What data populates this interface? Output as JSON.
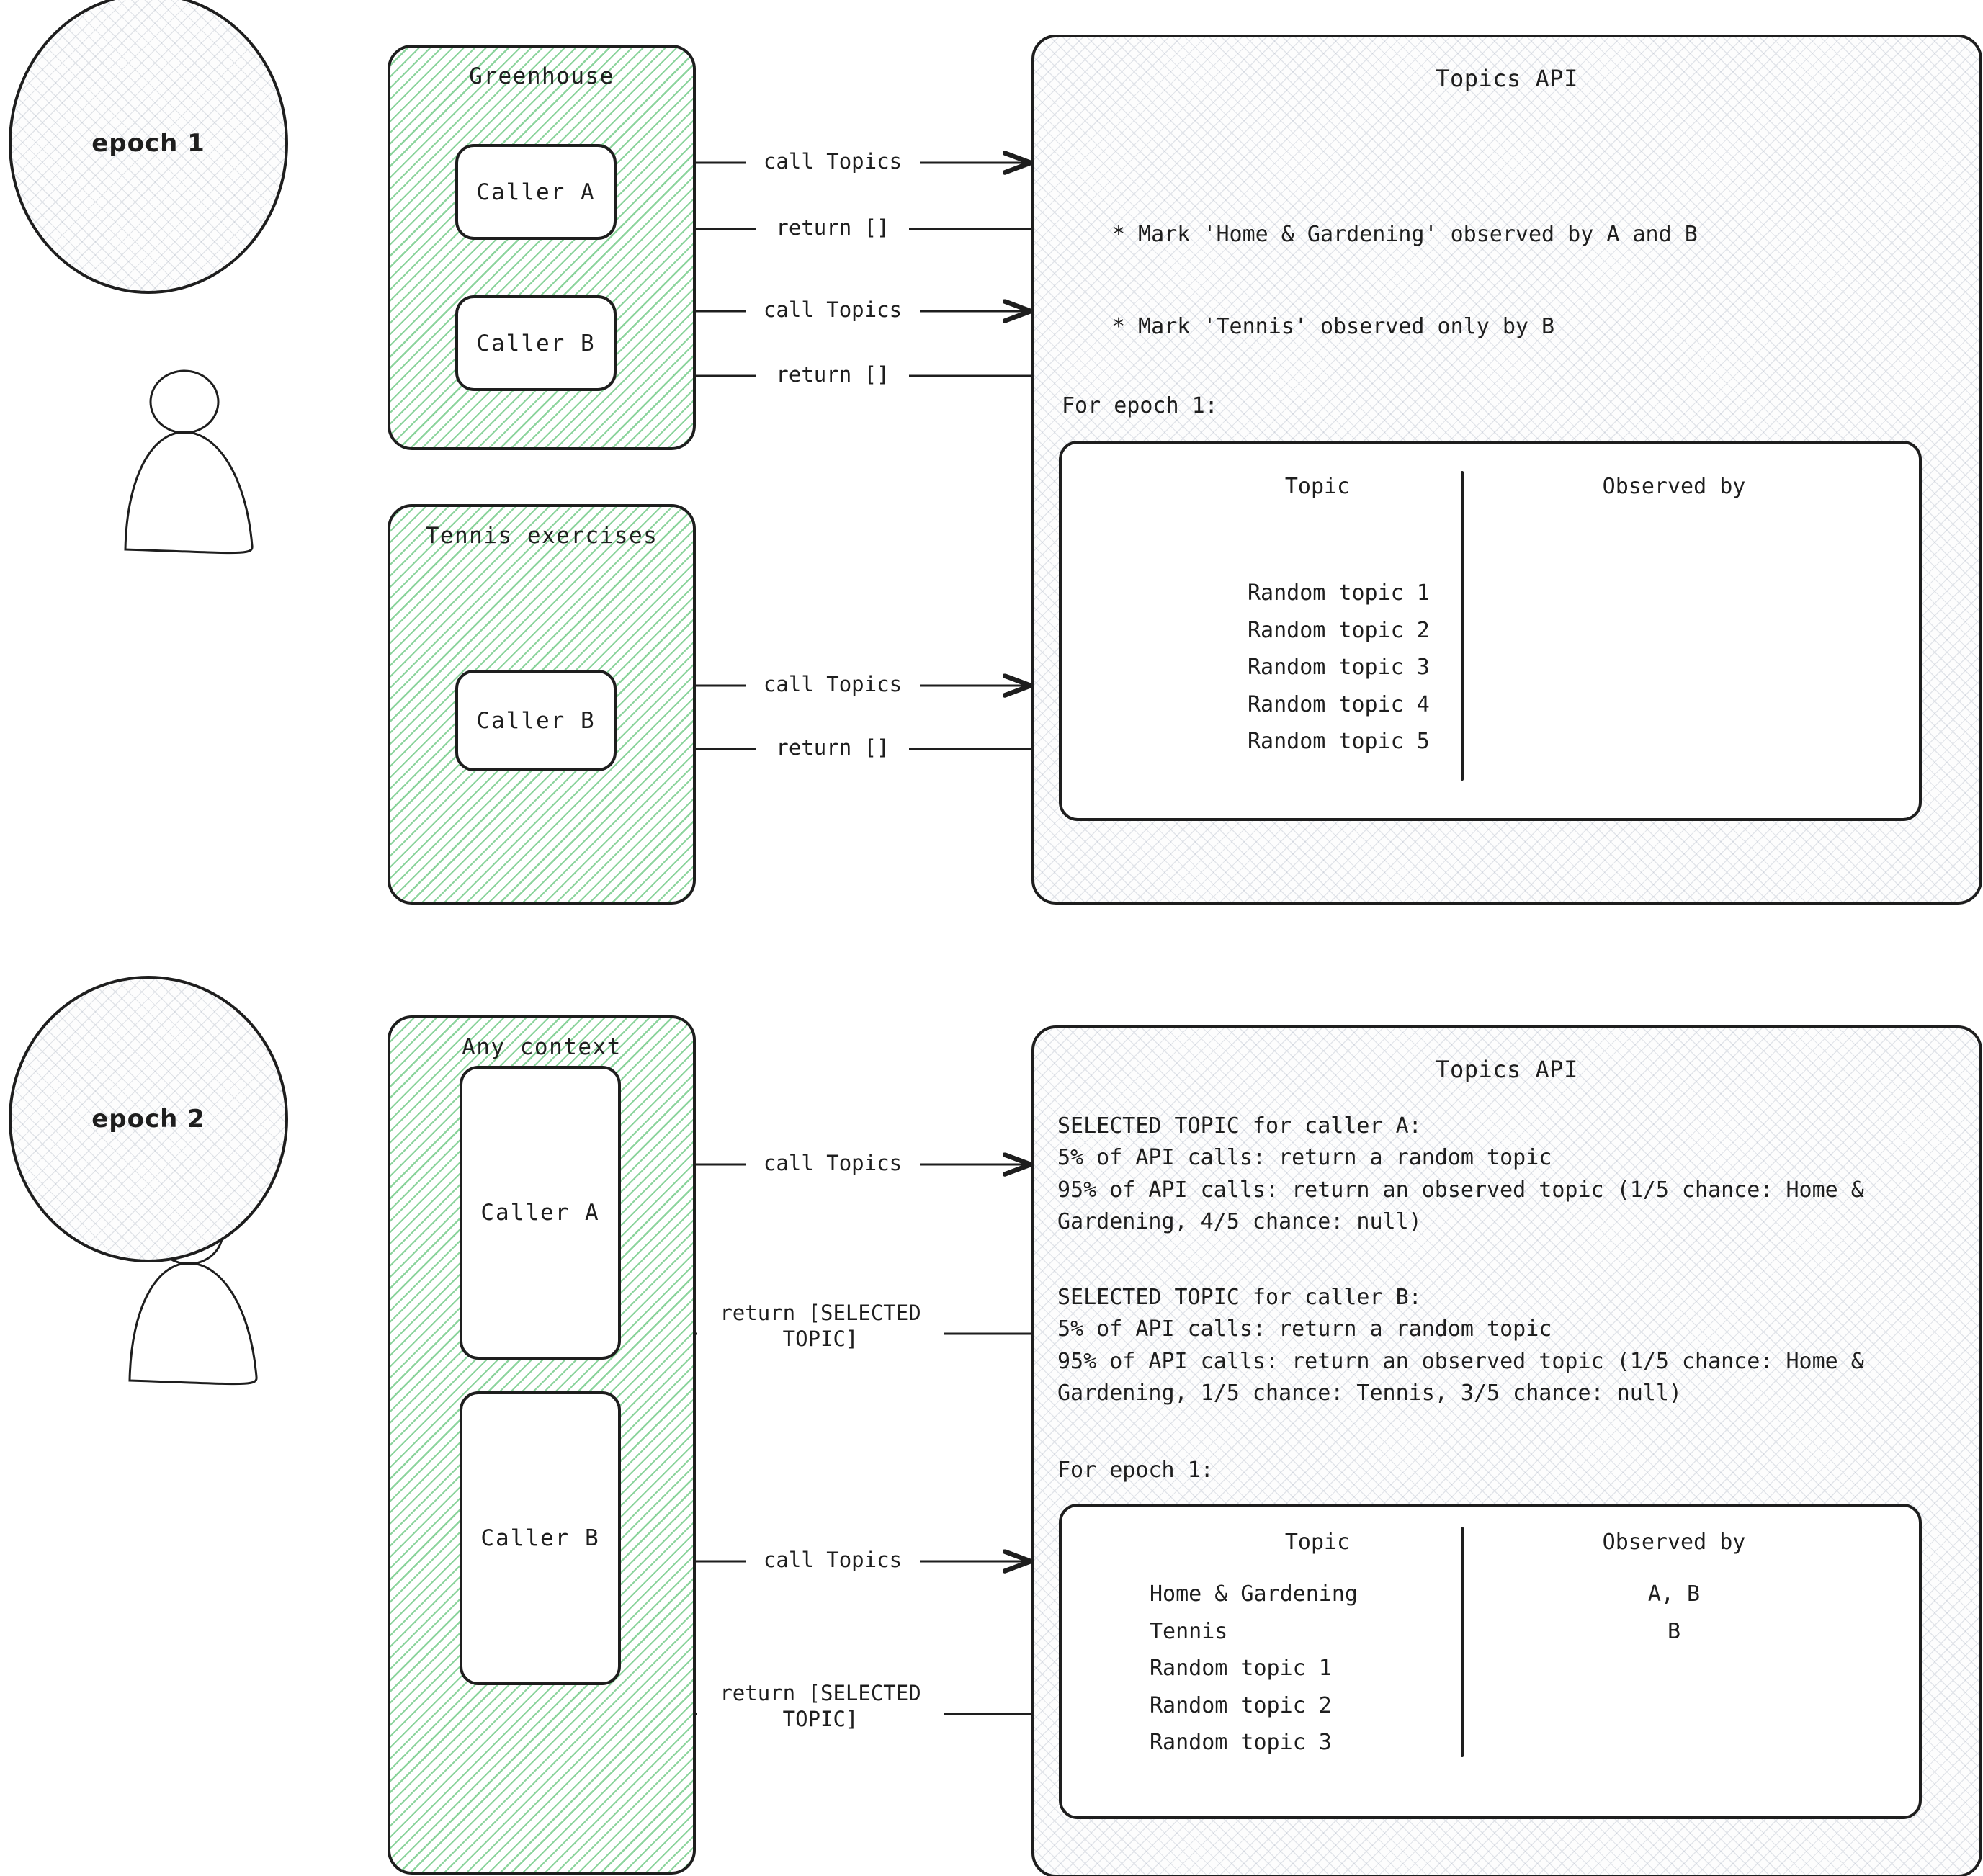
{
  "diagram": {
    "title": "Topics API across epochs",
    "accent_green": "#78cd8c",
    "stroke": "#1e1e1e"
  },
  "epoch1": {
    "bubble_label": "epoch 1",
    "person_icon": "person-icon",
    "contexts": [
      {
        "name": "greenhouse",
        "title": "Greenhouse",
        "callers": [
          {
            "label": "Caller A",
            "call_label": "call Topics",
            "return_label": "return []"
          },
          {
            "label": "Caller B",
            "call_label": "call Topics",
            "return_label": "return []"
          }
        ]
      },
      {
        "name": "tennis-exercises",
        "title": "Tennis exercises",
        "callers": [
          {
            "label": "Caller B",
            "call_label": "call Topics",
            "return_label": "return []"
          }
        ]
      }
    ],
    "api": {
      "title": "Topics API",
      "bullets": [
        "* Mark 'Home & Gardening' observed by A and B",
        "* Mark 'Tennis' observed only by B"
      ],
      "epoch_caption": "For epoch 1:",
      "table": {
        "headers": [
          "Topic",
          "Observed by"
        ],
        "rows": [
          {
            "topic": "Random topic 1",
            "observed_by": ""
          },
          {
            "topic": "Random topic 2",
            "observed_by": ""
          },
          {
            "topic": "Random topic 3",
            "observed_by": ""
          },
          {
            "topic": "Random topic 4",
            "observed_by": ""
          },
          {
            "topic": "Random topic 5",
            "observed_by": ""
          }
        ],
        "database_icon": "database-icon"
      }
    }
  },
  "epoch2": {
    "bubble_label": "epoch 2",
    "person_icon": "person-icon",
    "contexts": [
      {
        "name": "any-context",
        "title": "Any context",
        "callers": [
          {
            "label": "Caller A",
            "call_label": "call Topics",
            "return_label": "return [SELECTED\nTOPIC]"
          },
          {
            "label": "Caller B",
            "call_label": "call Topics",
            "return_label": "return [SELECTED\nTOPIC]"
          }
        ]
      }
    ],
    "api": {
      "title": "Topics API",
      "paragraphs": [
        "SELECTED TOPIC for caller A:",
        "5% of API calls: return a random topic",
        "95% of API calls: return an observed topic (1/5 chance: Home & Gardening, 4/5 chance: null)"
      ],
      "paragraphs_b": [
        "SELECTED TOPIC for caller B:",
        "5% of API calls: return a random topic",
        "95% of API calls: return an observed topic (1/5 chance: Home & Gardening, 1/5 chance: Tennis,  3/5 chance: null)"
      ],
      "epoch_caption": "For epoch 1:",
      "table": {
        "headers": [
          "Topic",
          "Observed by"
        ],
        "rows": [
          {
            "topic": "Home & Gardening",
            "observed_by": "A, B"
          },
          {
            "topic": "Tennis",
            "observed_by": "B"
          },
          {
            "topic": "Random topic 1",
            "observed_by": ""
          },
          {
            "topic": "Random topic 2",
            "observed_by": ""
          },
          {
            "topic": "Random topic 3",
            "observed_by": ""
          }
        ],
        "database_icon": "database-icon"
      }
    }
  }
}
